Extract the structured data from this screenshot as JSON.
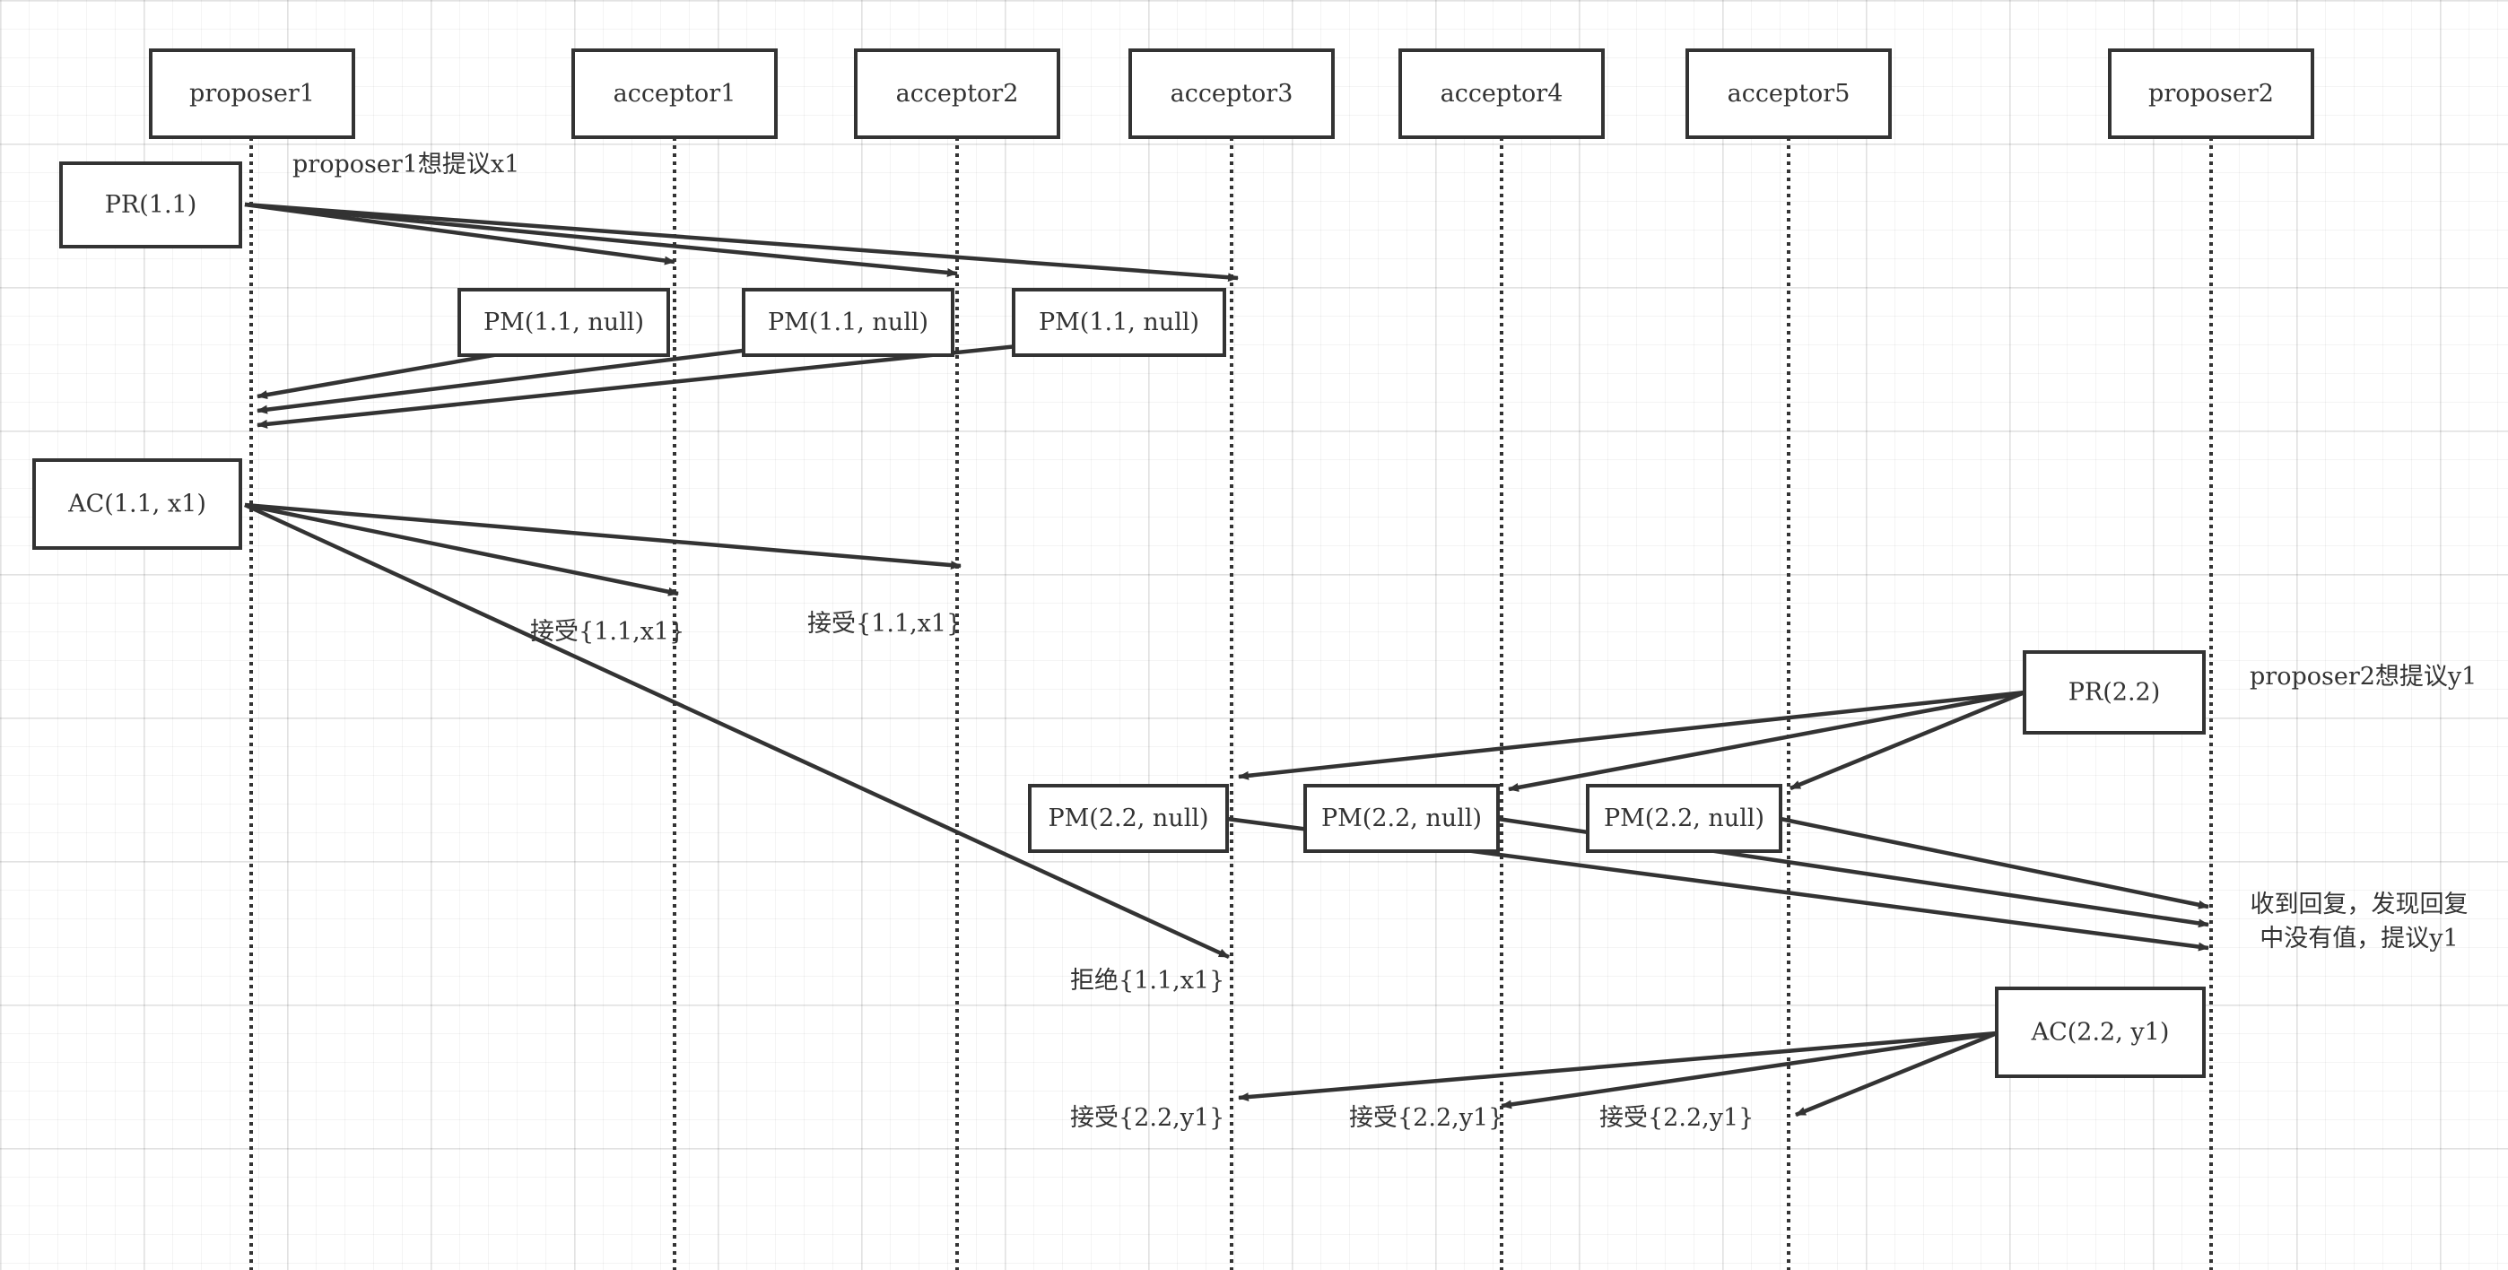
{
  "participants": [
    {
      "id": "p1",
      "label": "proposer1"
    },
    {
      "id": "a1",
      "label": "acceptor1"
    },
    {
      "id": "a2",
      "label": "acceptor2"
    },
    {
      "id": "a3",
      "label": "acceptor3"
    },
    {
      "id": "a4",
      "label": "acceptor4"
    },
    {
      "id": "a5",
      "label": "acceptor5"
    },
    {
      "id": "p2",
      "label": "proposer2"
    }
  ],
  "message_boxes": [
    {
      "id": "pr11",
      "label": "PR(1.1)"
    },
    {
      "id": "pm11_a1",
      "label": "PM(1.1, null)"
    },
    {
      "id": "pm11_a2",
      "label": "PM(1.1, null)"
    },
    {
      "id": "pm11_a3",
      "label": "PM(1.1, null)"
    },
    {
      "id": "ac11",
      "label": "AC(1.1, x1)"
    },
    {
      "id": "pr22",
      "label": "PR(2.2)"
    },
    {
      "id": "pm22_a3",
      "label": "PM(2.2, null)"
    },
    {
      "id": "pm22_a4",
      "label": "PM(2.2, null)"
    },
    {
      "id": "pm22_a5",
      "label": "PM(2.2, null)"
    },
    {
      "id": "ac22",
      "label": "AC(2.2, y1)"
    }
  ],
  "labels": {
    "p1_intent": "proposer1想提议x1",
    "p2_intent": "proposer2想提议y1",
    "a1_accept": "接受{1.1,x1}",
    "a2_accept": "接受{1.1,x1}",
    "a3_reject": "拒绝{1.1,x1}",
    "a3_accept2": "接受{2.2,y1}",
    "a4_accept2": "接受{2.2,y1}",
    "a5_accept2": "接受{2.2,y1}",
    "p2_note": [
      "收到回复，发现回复",
      "中没有值，提议y1"
    ]
  },
  "colors": {
    "line": "#333333",
    "background": "#ffffff"
  }
}
